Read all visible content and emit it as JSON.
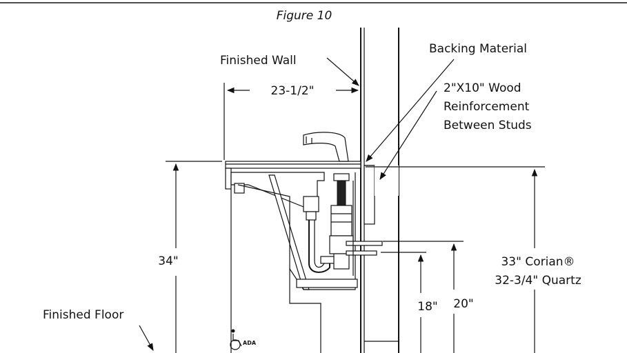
{
  "figure": {
    "title": "Figure 10",
    "labels": {
      "finished_wall": "Finished Wall",
      "backing_material": "Backing Material",
      "wood_reinforcement_line1": "2\"X10\" Wood",
      "wood_reinforcement_line2": "Reinforcement",
      "wood_reinforcement_line3": "Between Studs",
      "finished_floor": "Finished Floor",
      "ada_badge": "ADA"
    },
    "dimensions": {
      "depth": "23-1/2\"",
      "height_total": "34\"",
      "height_18": "18\"",
      "height_20": "20\"",
      "corian_line1": "33\" Corian®",
      "corian_line2": "32-3/4\" Quartz"
    }
  }
}
